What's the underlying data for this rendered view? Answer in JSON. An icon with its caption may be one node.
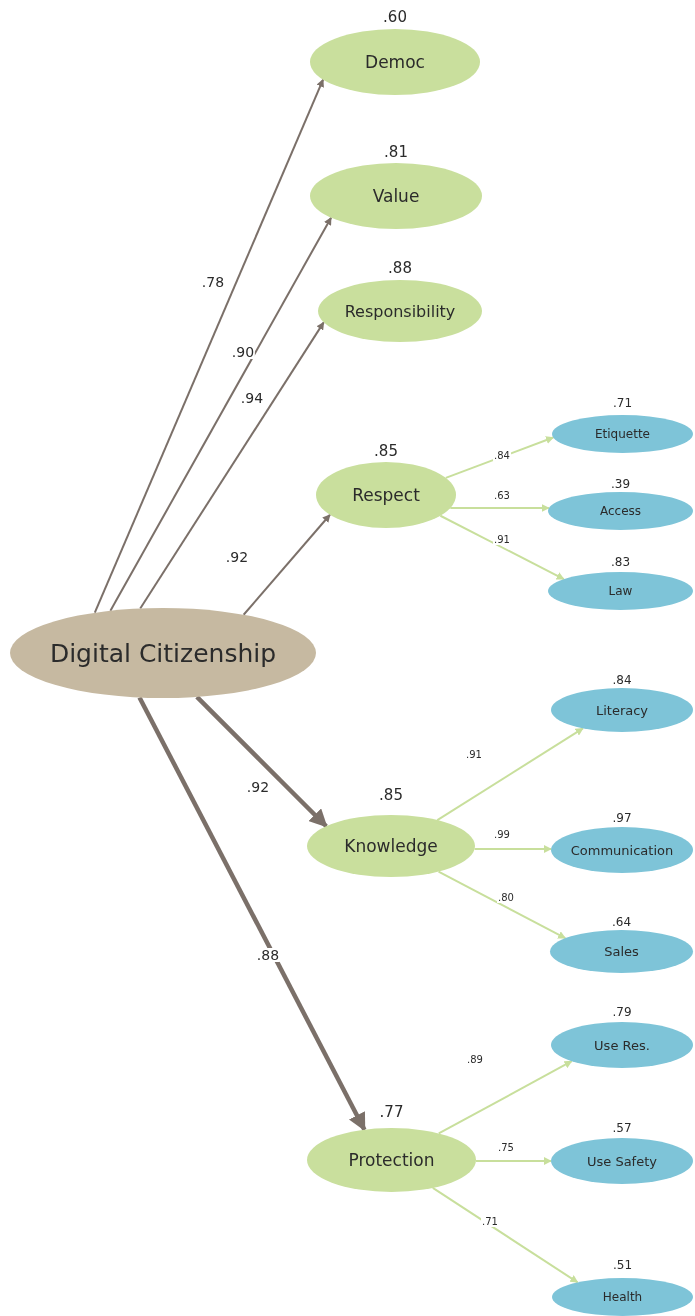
{
  "diagram": {
    "nodes": [
      {
        "text": [
          "Digital Citizenship"
        ]
      },
      {
        "text": [
          "Democ"
        ],
        "beside": [
          ".60"
        ]
      },
      {
        "text": [
          "Value"
        ],
        "beside": [
          ".81"
        ]
      },
      {
        "text": [
          "Responsibility"
        ],
        "beside": [
          ".88"
        ]
      },
      {
        "text": [
          "Respect"
        ],
        "beside": [
          ".85"
        ]
      },
      {
        "text": [
          "Etiquette"
        ],
        "beside": [
          ".71"
        ]
      },
      {
        "text": [
          "Access"
        ],
        "beside": [
          ".39"
        ]
      },
      {
        "text": [
          "Law"
        ],
        "beside": [
          ".83"
        ]
      },
      {
        "text": [
          "Knowledge"
        ],
        "beside": [
          ".85"
        ]
      },
      {
        "text": [
          "Literacy"
        ],
        "beside": [
          ".84"
        ]
      },
      {
        "text": [
          "Communication"
        ],
        "beside": [
          ".97"
        ]
      },
      {
        "text": [
          "Sales"
        ],
        "beside": [
          ".64"
        ]
      },
      {
        "text": [
          "Protection"
        ],
        "beside": [
          ".77"
        ]
      },
      {
        "text": [
          "Use Res."
        ],
        "beside": [
          ".79"
        ]
      },
      {
        "text": [
          "Use Safety"
        ],
        "beside": [
          ".57"
        ]
      },
      {
        "text": [
          "Health"
        ],
        "beside": [
          ".51"
        ]
      }
    ],
    "edges": [
      {
        "from": 0,
        "to": 1,
        "arrow": "to",
        "label": ".78",
        "color": "#7b7069"
      },
      {
        "from": 0,
        "to": 2,
        "arrow": "to",
        "label": ".90",
        "color": "#7b7069"
      },
      {
        "from": 0,
        "to": 3,
        "arrow": "to",
        "label": ".94",
        "color": "#7b7069"
      },
      {
        "from": 0,
        "to": 4,
        "arrow": "to",
        "label": ".92",
        "color": "#7b7069"
      },
      {
        "from": 4,
        "to": 5,
        "arrow": "to",
        "label": ".84"
      },
      {
        "from": 4,
        "to": 6,
        "arrow": "to",
        "label": ".63"
      },
      {
        "from": 4,
        "to": 7,
        "arrow": "to",
        "label": ".91"
      },
      {
        "from": 0,
        "to": 8,
        "arrow": "to",
        "label": ".92",
        "color": "#7b7069",
        "style": "thick"
      },
      {
        "from": 8,
        "to": 9,
        "arrow": "to",
        "label": ".91"
      },
      {
        "from": 8,
        "to": 10,
        "arrow": "to",
        "label": ".99"
      },
      {
        "from": 8,
        "to": 11,
        "arrow": "to",
        "label": ".80"
      },
      {
        "from": 0,
        "to": 12,
        "arrow": "to",
        "label": ".88",
        "color": "#7b7069",
        "style": "thick"
      },
      {
        "from": 12,
        "to": 13,
        "arrow": "to",
        "label": ".89"
      },
      {
        "from": 12,
        "to": 14,
        "arrow": "to",
        "label": ".75"
      },
      {
        "from": 12,
        "to": 15,
        "arrow": "to",
        "label": ".71"
      }
    ]
  }
}
